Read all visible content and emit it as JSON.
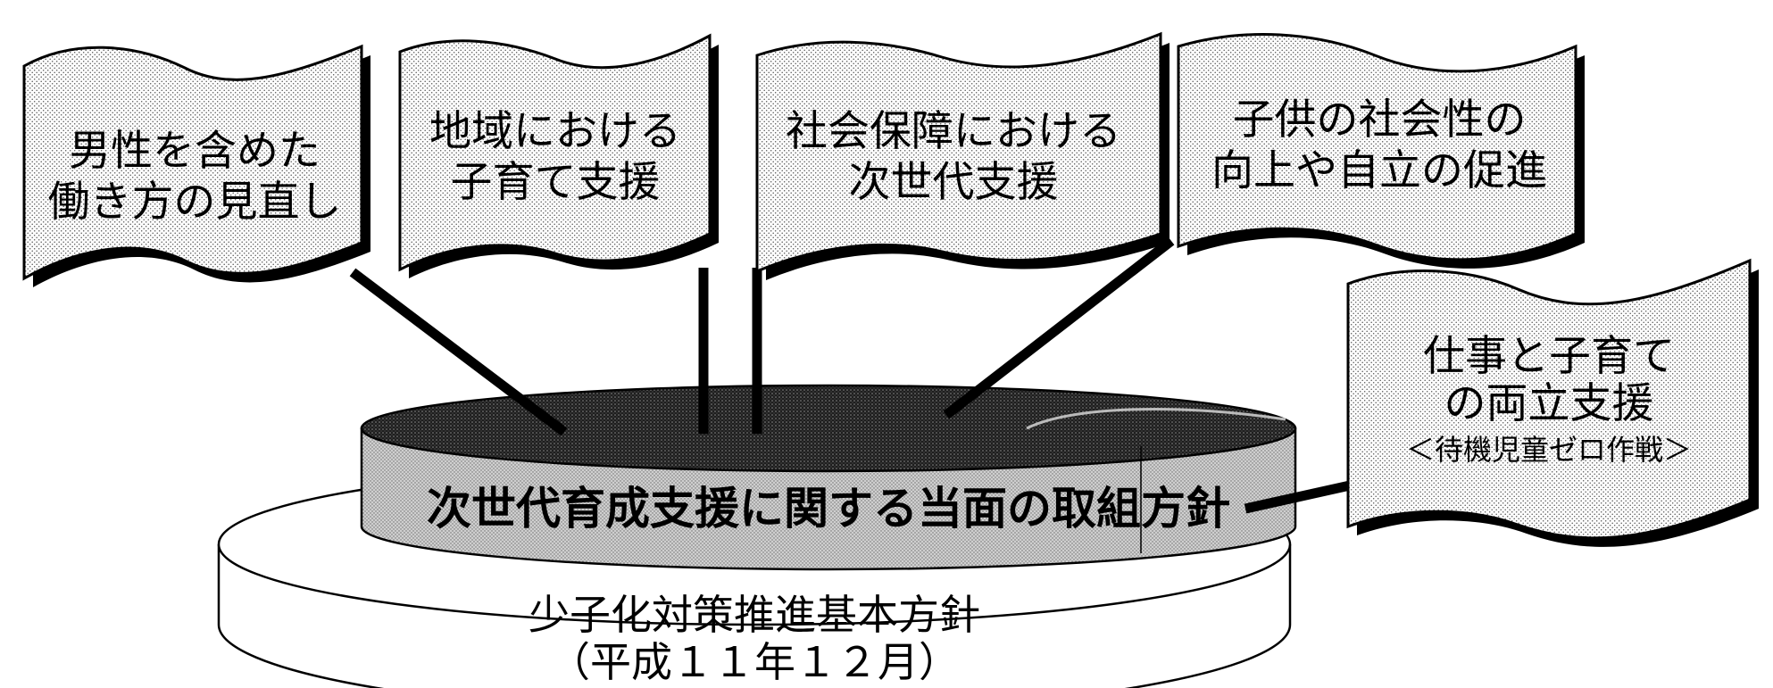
{
  "base": {
    "line1": "少子化対策推進基本方針",
    "line2": "（平成１１年１２月）"
  },
  "platform": {
    "label": "次世代育成支援に関する当面の取組方針"
  },
  "flags": [
    {
      "id": "flag-1",
      "line1": "男性を含めた",
      "line2": "働き方の見直し"
    },
    {
      "id": "flag-2",
      "line1": "地域における",
      "line2": "子育て支援"
    },
    {
      "id": "flag-3",
      "line1": "社会保障における",
      "line2": "次世代支援"
    },
    {
      "id": "flag-4",
      "line1": "子供の社会性の",
      "line2": "向上や自立の促進"
    },
    {
      "id": "flag-5",
      "line1": "仕事と子育て",
      "line2": "の両立支援",
      "line3": "＜待機児童ゼロ作戦＞"
    }
  ]
}
